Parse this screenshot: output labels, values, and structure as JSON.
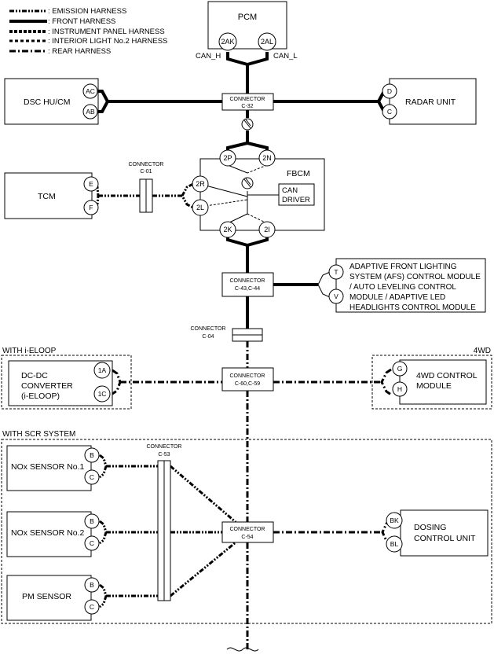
{
  "legend": {
    "emission": ": EMISSION HARNESS",
    "front": ": FRONT HARNESS",
    "instrument": ": INSTRUMENT PANEL HARNESS",
    "interior": ": INTERIOR LIGHT No.2 HARNESS",
    "rear": ": REAR HARNESS"
  },
  "pcm": {
    "label": "PCM",
    "pin_h": "2AK",
    "pin_l": "2AL",
    "can_h": "CAN_H",
    "can_l": "CAN_L"
  },
  "dsc": {
    "label": "DSC HU/CM",
    "pin1": "AC",
    "pin2": "AB"
  },
  "radar": {
    "label": "RADAR UNIT",
    "pin1": "D",
    "pin2": "C"
  },
  "c32": {
    "title": "CONNECTOR",
    "id": "C-32"
  },
  "tcm": {
    "label": "TCM",
    "pin1": "E",
    "pin2": "F"
  },
  "c01": {
    "title": "CONNECTOR",
    "id": "C-01"
  },
  "fbcm": {
    "label": "FBCM",
    "pins": {
      "p2p": "2P",
      "p2n": "2N",
      "p2r": "2R",
      "p2l": "2L",
      "p2k": "2K",
      "p2i": "2I"
    },
    "driver1": "CAN",
    "driver2": "DRIVER"
  },
  "c43": {
    "title": "CONNECTOR",
    "id": "C-43,C-44"
  },
  "afs": {
    "lines": [
      "ADAPTIVE FRONT LIGHTING",
      "SYSTEM (AFS) CONTROL MODULE",
      "/ AUTO LEVELING CONTROL",
      "MODULE / ADAPTIVE LED",
      "HEADLIGHTS CONTROL MODULE"
    ],
    "pin1": "T",
    "pin2": "V"
  },
  "c04": {
    "title": "CONNECTOR",
    "id": "C-04"
  },
  "ieloop": {
    "group": "WITH i-ELOOP",
    "lines": [
      "DC-DC",
      "CONVERTER",
      "(i-ELOOP)"
    ],
    "pin1": "1A",
    "pin2": "1C"
  },
  "c60": {
    "title": "CONNECTOR",
    "id": "C-60,C-59"
  },
  "fwd": {
    "group": "4WD",
    "lines": [
      "4WD CONTROL",
      "MODULE"
    ],
    "pin1": "G",
    "pin2": "H"
  },
  "scr": {
    "group": "WITH SCR SYSTEM"
  },
  "c53": {
    "title": "CONNECTOR",
    "id": "C-53"
  },
  "c54": {
    "title": "CONNECTOR",
    "id": "C-54"
  },
  "nox1": {
    "label": "NOx SENSOR No.1",
    "pin1": "B",
    "pin2": "C"
  },
  "nox2": {
    "label": "NOx SENSOR No.2",
    "pin1": "B",
    "pin2": "C"
  },
  "pm": {
    "label": "PM SENSOR",
    "pin1": "B",
    "pin2": "C"
  },
  "dosing": {
    "lines": [
      "DOSING",
      "CONTROL UNIT"
    ],
    "pin1": "BK",
    "pin2": "BL"
  }
}
